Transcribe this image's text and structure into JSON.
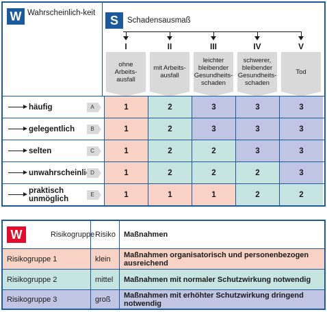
{
  "matrix": {
    "likelihood_badge": "W",
    "likelihood_title": "Wahrscheinlich-keit",
    "severity_badge": "S",
    "severity_title": "Schadensausmaß",
    "columns": [
      {
        "roman": "I",
        "label": "ohne Arbeits-ausfall"
      },
      {
        "roman": "II",
        "label": "mit Arbeits-ausfall"
      },
      {
        "roman": "III",
        "label": "leichter bleibender Gesundheits-schaden"
      },
      {
        "roman": "IV",
        "label": "schwerer, bleibender Gesundheits-schaden"
      },
      {
        "roman": "V",
        "label": "Tod"
      }
    ],
    "rows": [
      {
        "label": "häufig",
        "letter": "A",
        "values": [
          1,
          2,
          3,
          3,
          3
        ]
      },
      {
        "label": "gelegentlich",
        "letter": "B",
        "values": [
          1,
          2,
          3,
          3,
          3
        ]
      },
      {
        "label": "selten",
        "letter": "C",
        "values": [
          1,
          2,
          2,
          3,
          3
        ]
      },
      {
        "label": "unwahrscheinlich",
        "letter": "D",
        "values": [
          1,
          2,
          2,
          2,
          3
        ]
      },
      {
        "label": "praktisch unmöglich",
        "letter": "E",
        "values": [
          1,
          1,
          1,
          2,
          2
        ]
      }
    ],
    "colors": {
      "1": "#f8d3c5",
      "2": "#c6e4e0",
      "3": "#bfc5e3",
      "frame": "#1b5a9c",
      "badge_blue": "#1b5a9c",
      "badge_red": "#e30c2c"
    }
  },
  "legend": {
    "badge": "W",
    "headers": {
      "group": "Risikogruppe",
      "risk": "Risiko",
      "measures": "Maßnahmen"
    },
    "rows": [
      {
        "group": "Risikogruppe 1",
        "risk": "klein",
        "measures": "Maßnahmen organisatorisch und personenbezogen ausreichend",
        "level": "1"
      },
      {
        "group": "Risikogruppe 2",
        "risk": "mittel",
        "measures": "Maßnahmen mit normaler Schutzwirkung notwendig",
        "level": "2"
      },
      {
        "group": "Risikogruppe 3",
        "risk": "groß",
        "measures": "Maßnahmen mit erhöhter Schutzwirkung dringend notwendig",
        "level": "3"
      }
    ]
  }
}
